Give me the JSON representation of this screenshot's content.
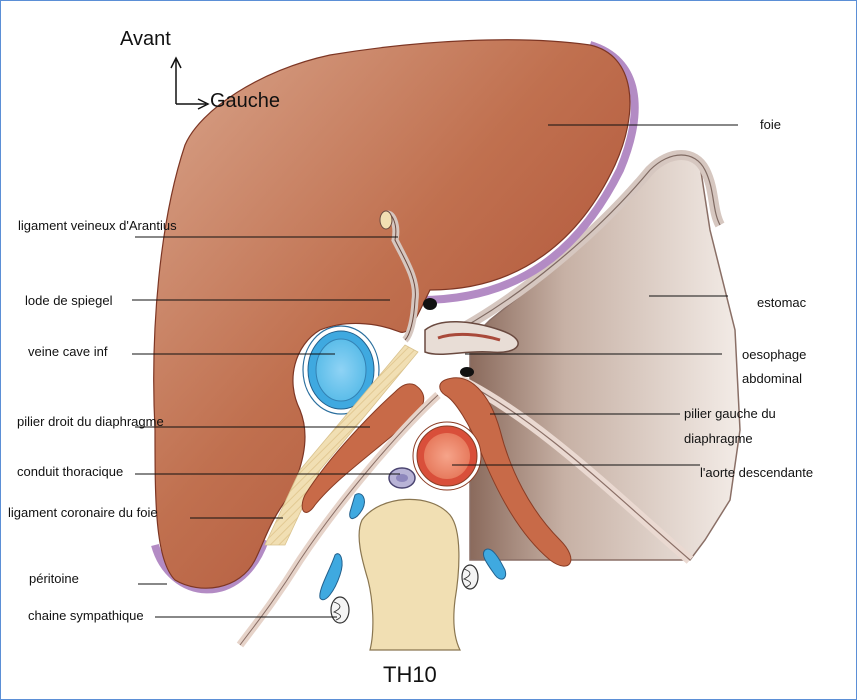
{
  "orientation": {
    "front": "Avant",
    "left": "Gauche"
  },
  "vertebra": "TH10",
  "labels": {
    "foie": "foie",
    "arantius": "ligament veineux d'Arantius",
    "spiegel": "lode de spiegel",
    "veine_cave": "veine cave inf",
    "pilier_droit": "pilier droit du diaphragme",
    "conduit": "conduit thoracique",
    "coronaire": "ligament coronaire du foie",
    "peritoine": "péritoine",
    "sympathique": "chaine sympathique",
    "estomac": "estomac",
    "oesophage_1": "oesophage",
    "oesophage_2": "abdominal",
    "pilier_gauche_1": "pilier gauche du",
    "pilier_gauche_2": "diaphragme",
    "aorte": "l'aorte descendante"
  },
  "colors": {
    "liver": "#b55a3d",
    "peritoneum": "#b38bc4",
    "stomach": "#c9b8ad",
    "ivc": "#3fa9e0",
    "aorta": "#e26a50",
    "vertebra": "#f1dfb3",
    "crus": "#c86a48",
    "frame": "#5b8fd6"
  }
}
